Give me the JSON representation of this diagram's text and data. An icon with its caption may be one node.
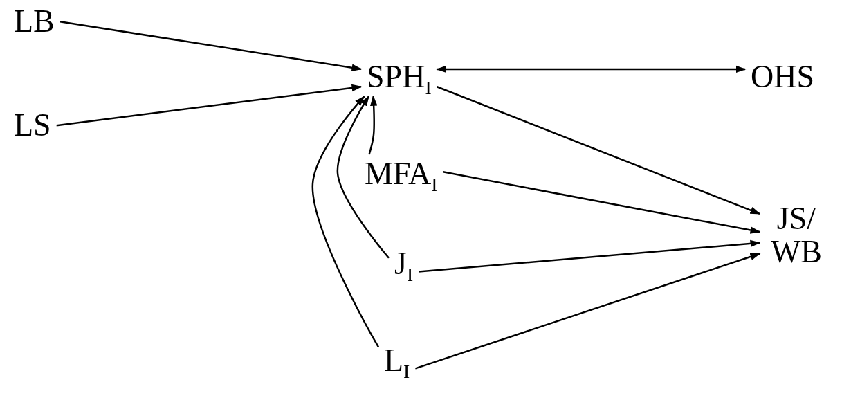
{
  "diagram": {
    "nodes": [
      {
        "text": [
          "LB"
        ]
      },
      {
        "text": [
          "LS"
        ]
      },
      {
        "text": [
          "SPH$_{I}$"
        ]
      },
      {
        "text": [
          "OHS"
        ]
      },
      {
        "text": [
          "MFA$_{I}$"
        ]
      },
      {
        "text": [
          "JS/ WB"
        ]
      },
      {
        "text": [
          "J$_{I}$"
        ]
      },
      {
        "text": [
          "L$_{I}$"
        ]
      }
    ],
    "edges": [
      {
        "from": 0,
        "to": 2,
        "arrow": "to"
      },
      {
        "from": 1,
        "to": 2,
        "arrow": "to"
      },
      {
        "from": 2,
        "to": 3,
        "arrow": "both"
      },
      {
        "from": 2,
        "to": 5,
        "arrow": "to"
      },
      {
        "from": 4,
        "to": 5,
        "arrow": "to"
      },
      {
        "from": 6,
        "to": 5,
        "arrow": "to"
      },
      {
        "from": 7,
        "to": 5,
        "arrow": "to"
      },
      {
        "from": 4,
        "to": 2,
        "arrow": "to"
      },
      {
        "from": 6,
        "to": 2,
        "arrow": "to"
      },
      {
        "from": 7,
        "to": 2,
        "arrow": "to"
      }
    ]
  }
}
